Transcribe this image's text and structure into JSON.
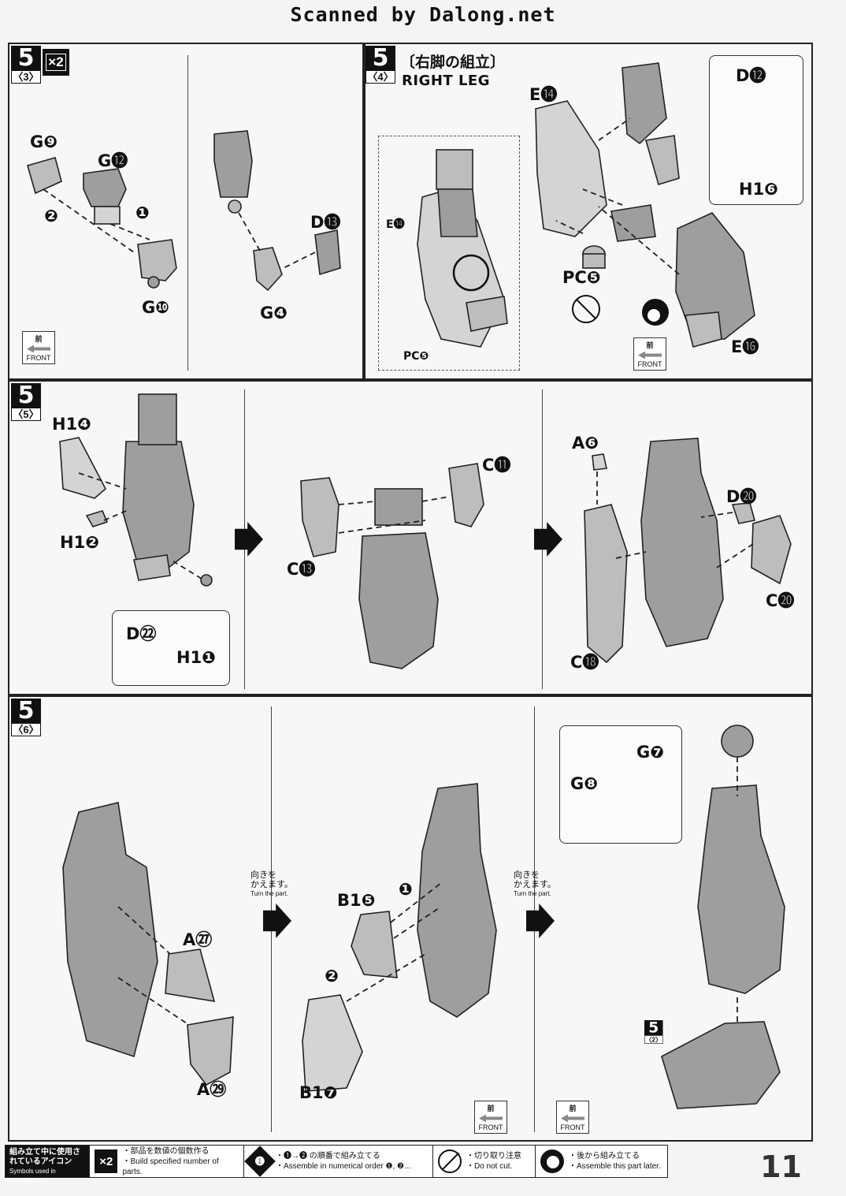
{
  "header": "Scanned by Dalong.net",
  "panels": {
    "p3": {
      "step_number": "5",
      "step_sub": "〈3〉",
      "multiplier": "×2",
      "labels": [
        "G❾",
        "G⓬",
        "G❿",
        "D⓭",
        "G❹"
      ],
      "order_markers": [
        "❶",
        "❷"
      ],
      "front": {
        "jp": "前",
        "en": "FRONT"
      }
    },
    "p4": {
      "step_number": "5",
      "step_sub": "〈4〉",
      "title_jp": "〔右脚の組立〕",
      "title_en": "RIGHT LEG",
      "labels": [
        "E⓮",
        "E⓮",
        "PC❺",
        "PC❺",
        "D⓬",
        "H1❻",
        "E⓰"
      ],
      "front": {
        "jp": "前",
        "en": "FRONT"
      }
    },
    "p5": {
      "step_number": "5",
      "step_sub": "〈5〉",
      "labels": [
        "H1❹",
        "H1❷",
        "D㉒",
        "H1❶",
        "C⓫",
        "C⓭",
        "A❻",
        "D⓴",
        "C⓴",
        "C⓲"
      ]
    },
    "p6": {
      "step_number": "5",
      "step_sub": "〈6〉",
      "labels": [
        "A㉗",
        "A㉙",
        "B1❺",
        "B1❼",
        "G❼",
        "G❽"
      ],
      "order_markers": [
        "❶",
        "❷"
      ],
      "turn_jp": "向きを\nかえます。",
      "turn_en": "Turn the part.",
      "ref_step": {
        "num": "5",
        "sub": "〈2〉"
      },
      "front": {
        "jp": "前",
        "en": "FRONT"
      }
    }
  },
  "legend": {
    "lead_jp": "組み立て中に使用されているアイコン",
    "lead_en": "Symbols used in instructions",
    "items": [
      {
        "icon": "x2-icon",
        "icon_text": "×2",
        "jp": "・部品を数値の個数作る",
        "en": "・Build specified number of parts."
      },
      {
        "icon": "order-diamond-icon",
        "icon_text": "❶",
        "jp": "・❶→❷ の順番で組み立てる",
        "en": "・Assemble in numerical order ❶, ❷..."
      },
      {
        "icon": "do-not-cut-icon",
        "icon_text": "",
        "jp": "・切り取り注意",
        "en": "・Do not cut."
      },
      {
        "icon": "assemble-later-icon",
        "icon_text": "",
        "jp": "・後から組み立てる",
        "en": "・Assemble this part later."
      }
    ]
  },
  "page_number": "11"
}
